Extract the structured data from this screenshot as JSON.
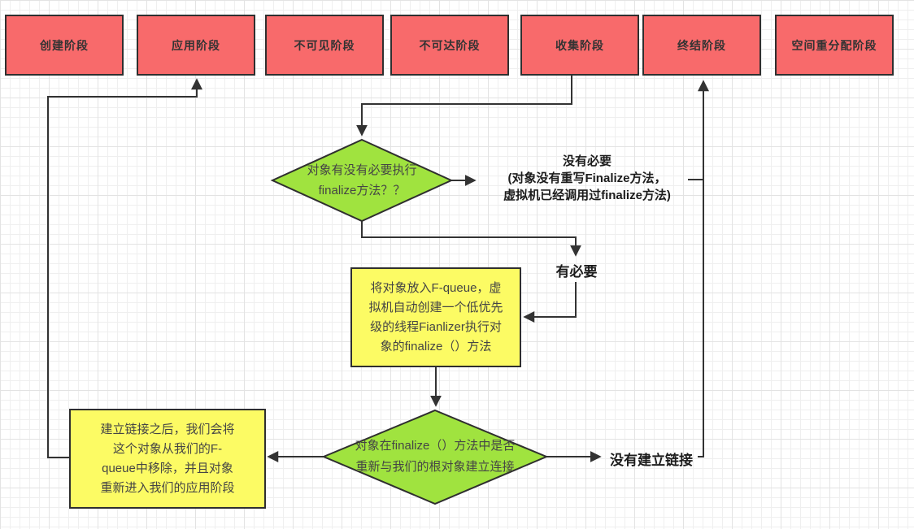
{
  "colors": {
    "phase_fill": "#F86A6B",
    "decision_fill": "#A0E33F",
    "process_fill": "#FCFB64",
    "shape_border": "#2F2F2F",
    "connector": "#333333",
    "phase_text": "#333333",
    "shape_text": "#454545",
    "label_text": "#1C1C1C"
  },
  "phases": [
    {
      "label": "创建阶段"
    },
    {
      "label": "应用阶段"
    },
    {
      "label": "不可见阶段"
    },
    {
      "label": "不可达阶段"
    },
    {
      "label": "收集阶段"
    },
    {
      "label": "终结阶段"
    },
    {
      "label": "空间重分配阶段"
    }
  ],
  "decisions": {
    "finalize_needed": {
      "label": "对象有没有必要执行\nfinalize方法？？"
    },
    "relink": {
      "label": "对象在finalize（）方法中是否\n重新与我们的根对象建立连接"
    }
  },
  "processes": {
    "enqueue": {
      "label": "将对象放入F-queue，虚\n拟机自动创建一个低优先\n级的线程Fianlizer执行对\n象的finalize（）方法"
    },
    "remove": {
      "label": "建立链接之后，我们会将\n这个对象从我们的F-\nqueue中移除，并且对象\n重新进入我们的应用阶段"
    }
  },
  "branches": {
    "no_need": {
      "label": "没有必要\n(对象没有重写Finalize方法，\n虚拟机已经调用过finalize方法)"
    },
    "need": {
      "label": "有必要"
    },
    "no_link": {
      "label": "没有建立链接"
    }
  }
}
